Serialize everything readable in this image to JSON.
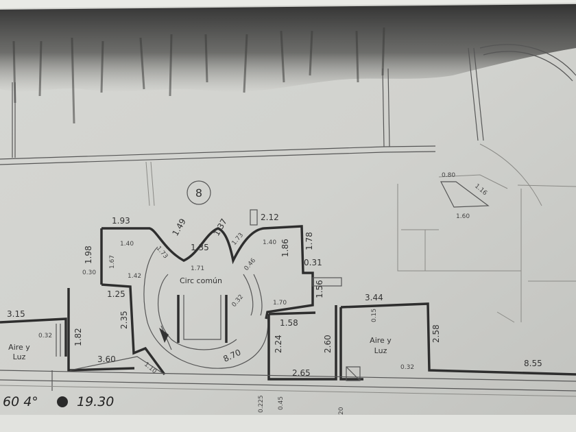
{
  "plan": {
    "unit_number": "8",
    "circ_label": "Circ común",
    "aire_luz_left": [
      "Aire y",
      "Luz"
    ],
    "aire_luz_mid": [
      "Aire y",
      "Luz"
    ],
    "handwritten_angle": "60 4°",
    "handwritten_value": "19.30"
  },
  "dimensions": {
    "d315": "3.15",
    "d193": "1.93",
    "d198": "1.98",
    "d140a": "1.40",
    "d142": "1.42",
    "d167": "1.67",
    "d149": "1.49",
    "d137": "1.37",
    "d135": "1.35",
    "d173a": "1.73",
    "d173b": "1.73",
    "d171": "1.71",
    "d212": "2.12",
    "d140b": "1.40",
    "d186": "1.86",
    "d178": "1.78",
    "d031": "0.31",
    "d125": "1.25",
    "d235": "2.35",
    "d182": "1.82",
    "d360": "3.60",
    "d110": "1.10",
    "d870": "8.70",
    "d170": "1.70",
    "d156": "1.56",
    "d158": "1.58",
    "d224": "2.24",
    "d260": "2.60",
    "d265": "2.65",
    "d344": "3.44",
    "d258": "2.58",
    "d855": "8.55",
    "d080": "0.80",
    "d116": "1.16",
    "d160": "1.60",
    "d032a": "0.32",
    "d032b": "0.32",
    "d032c": "0.32",
    "d030": "0.30",
    "d015": "0.15",
    "d046": "0.46",
    "d0225": "0.225",
    "d045": "0.45",
    "d020": "20"
  }
}
